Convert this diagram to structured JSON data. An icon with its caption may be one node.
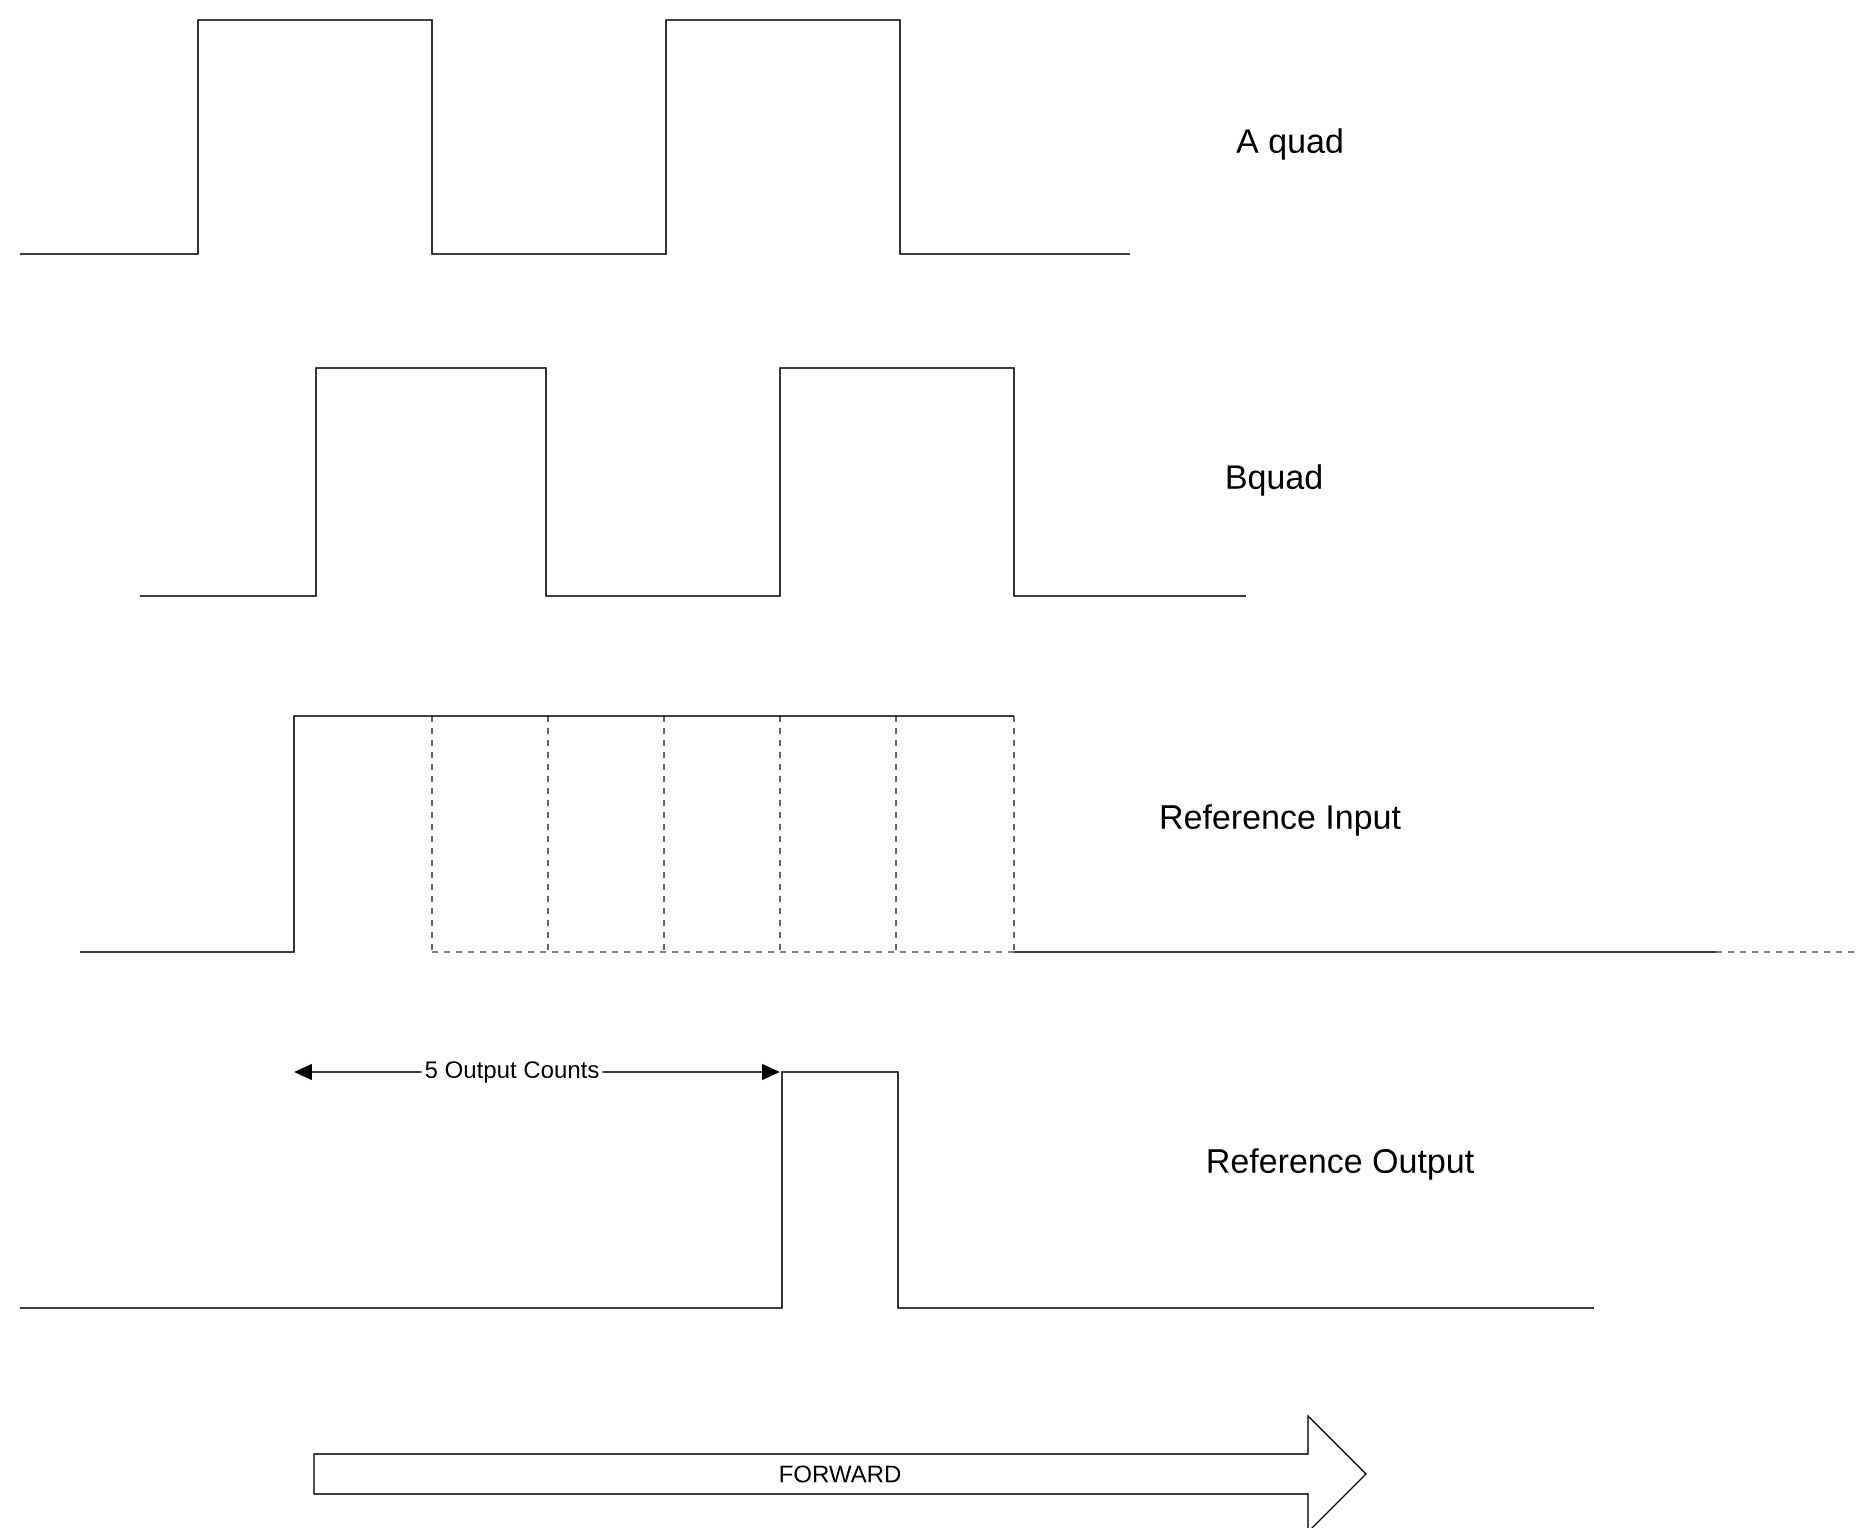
{
  "diagram": {
    "nodes": [
      {
        "text": [
          "FORWARD"
        ]
      }
    ],
    "labels": [
      "A quad",
      "Bquad",
      "Reference Input",
      "5 Output Counts",
      "Reference Output"
    ]
  }
}
